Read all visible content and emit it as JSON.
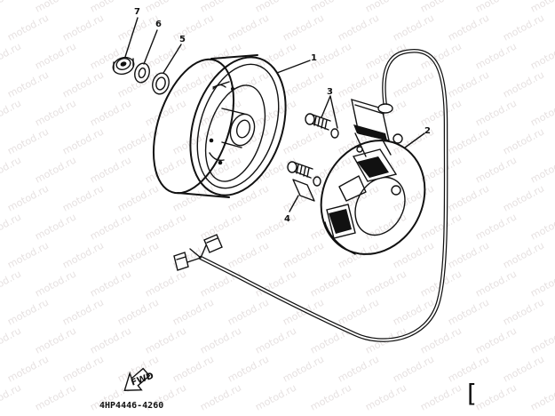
{
  "watermark": {
    "text": "motod.ru"
  },
  "callouts": {
    "p1": "1",
    "p2": "2",
    "p3": "3",
    "p4": "4",
    "p5": "5",
    "p6": "6",
    "p7": "7"
  },
  "arrow_label": "FWD",
  "diagram_code": "4HP4446-4260",
  "corner_mark": "["
}
